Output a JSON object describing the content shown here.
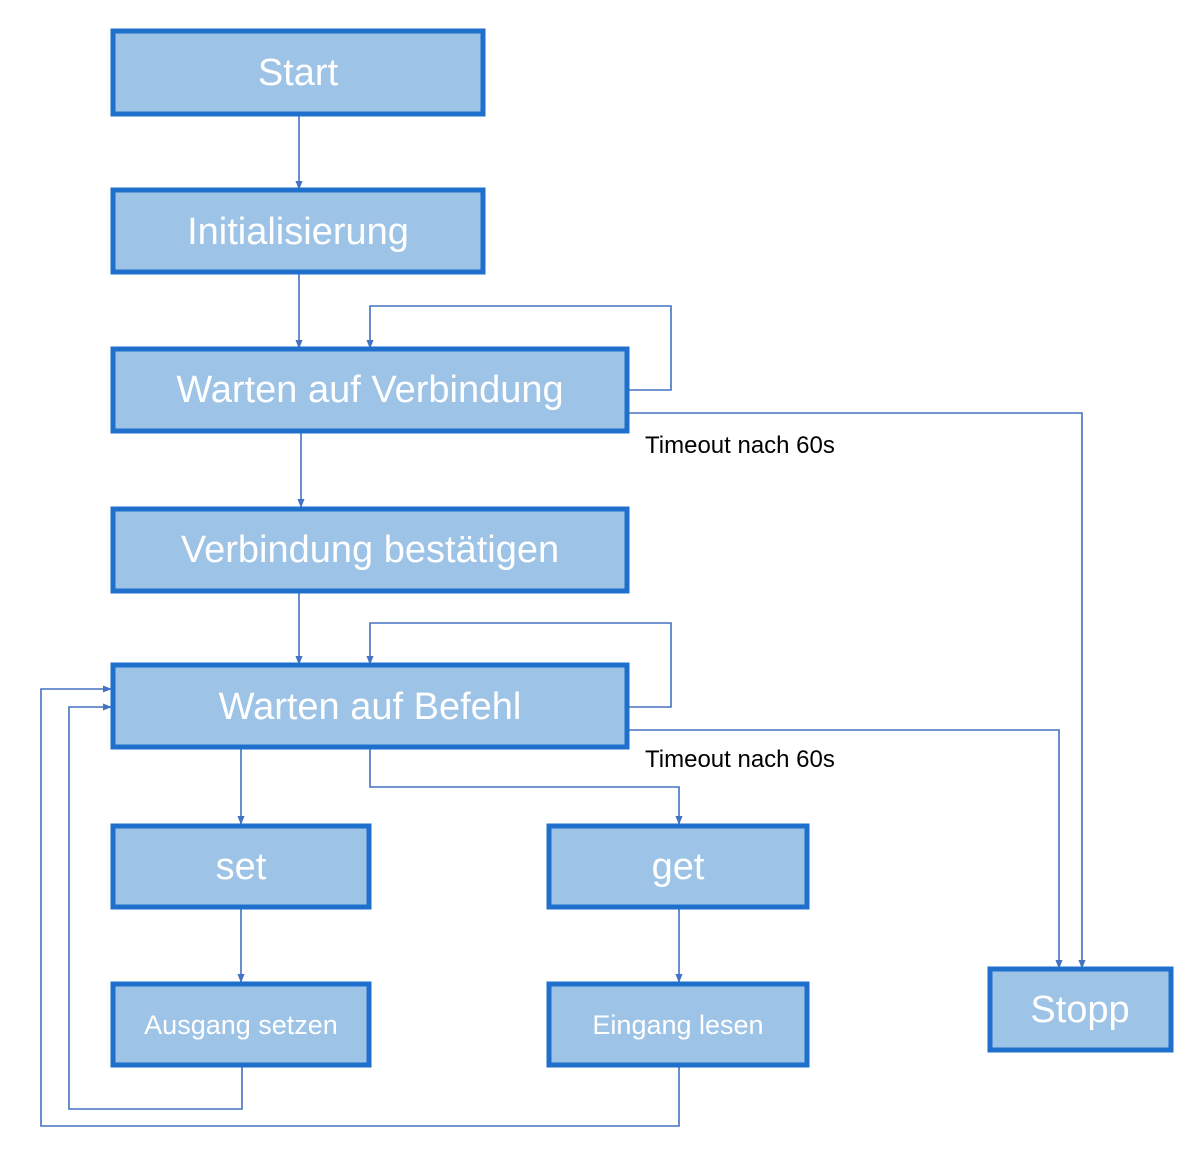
{
  "nodes": {
    "start": "Start",
    "init": "Initialisierung",
    "wait_conn": "Warten auf Verbindung",
    "confirm_conn": "Verbindung bestätigen",
    "wait_cmd": "Warten auf Befehl",
    "set": "set",
    "get": "get",
    "set_output": "Ausgang setzen",
    "read_input": "Eingang lesen",
    "stop": "Stopp"
  },
  "edge_labels": {
    "timeout_connection": "Timeout nach 60s",
    "timeout_command": "Timeout nach 60s"
  },
  "colors": {
    "box_fill": "#9dc3e6",
    "box_border": "#1f6fcc",
    "arrow": "#4472c4"
  }
}
